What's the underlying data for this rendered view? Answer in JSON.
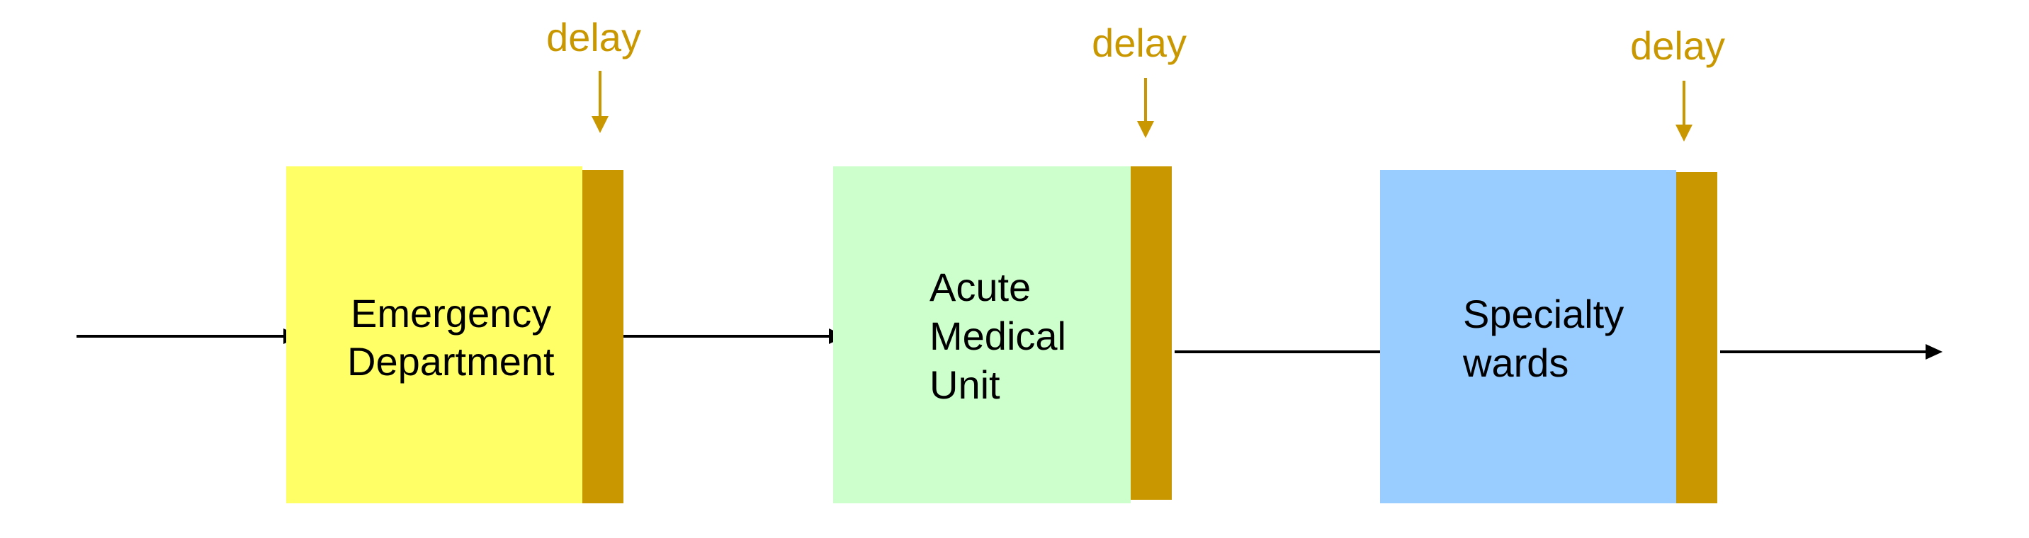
{
  "colors": {
    "delay": "#C99700",
    "arrow": "#000000",
    "text": "#000000"
  },
  "units": [
    {
      "lines": [
        "Emergency",
        "Department"
      ],
      "color": "#FFFF66"
    },
    {
      "lines": [
        "Acute",
        "Medical",
        "Unit"
      ],
      "color": "#CCFFCC"
    },
    {
      "lines": [
        "Specialty",
        "wards"
      ],
      "color": "#99CCFF"
    }
  ],
  "delay_label": "delay"
}
